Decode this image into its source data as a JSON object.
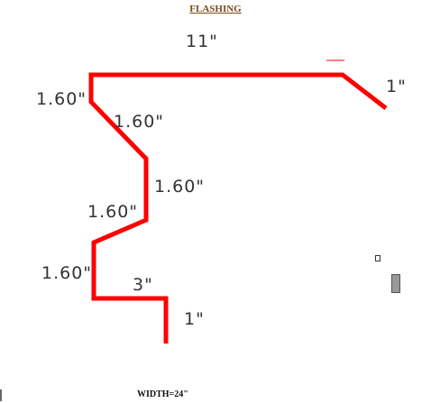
{
  "title": "FLASHING",
  "footer": "WIDTH=24\"",
  "colors": {
    "profile": "#ff0000",
    "dimension_text": "#333333",
    "title": "#7a4a1a"
  },
  "dimensions": {
    "top_segment": "11\"",
    "right_hem": "1\"",
    "upper_left_vertical": "1.60\"",
    "first_diagonal": "1.60\"",
    "middle_vertical": "1.60\"",
    "second_diagonal": "1.60\"",
    "lower_left_vertical": "1.60\"",
    "bottom_segment": "3\"",
    "bottom_leg": "1\""
  }
}
